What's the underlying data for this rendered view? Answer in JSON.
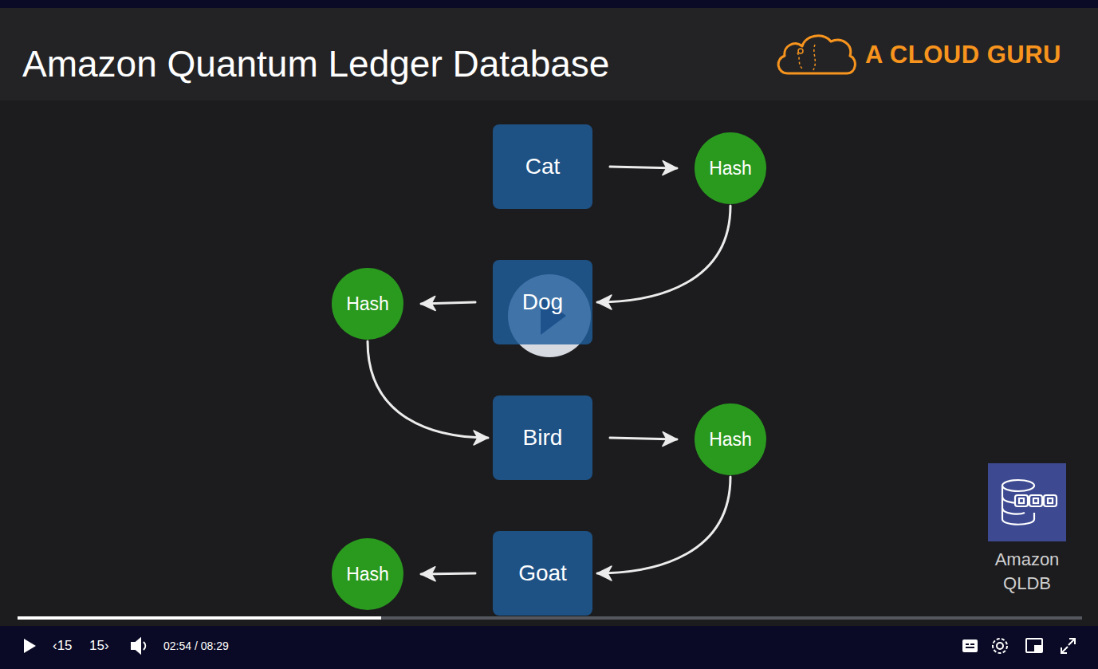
{
  "diagram": {
    "title": "Amazon Quantum Ledger Database",
    "nodes": [
      {
        "text": [
          "Cat"
        ]
      },
      {
        "text": [
          "Hash"
        ]
      },
      {
        "text": [
          "Dog"
        ]
      },
      {
        "text": [
          "Hash"
        ]
      },
      {
        "text": [
          "Bird"
        ]
      },
      {
        "text": [
          "Hash"
        ]
      },
      {
        "text": [
          "Goat"
        ]
      },
      {
        "text": [
          "Hash"
        ]
      },
      {
        "text": [
          "Amazon QLDB"
        ]
      }
    ],
    "edges": [
      {
        "from": 0,
        "to": 1,
        "arrow": "to"
      },
      {
        "from": 1,
        "to": 2,
        "arrow": "to"
      },
      {
        "from": 2,
        "to": 3,
        "arrow": "to"
      },
      {
        "from": 3,
        "to": 4,
        "arrow": "to"
      },
      {
        "from": 4,
        "to": 5,
        "arrow": "to"
      },
      {
        "from": 5,
        "to": 6,
        "arrow": "to"
      },
      {
        "from": 6,
        "to": 7,
        "arrow": "to"
      }
    ],
    "labels": [
      "A CLOUD GURU",
      "‹15",
      "15›",
      "02:54 / 08:29"
    ]
  }
}
